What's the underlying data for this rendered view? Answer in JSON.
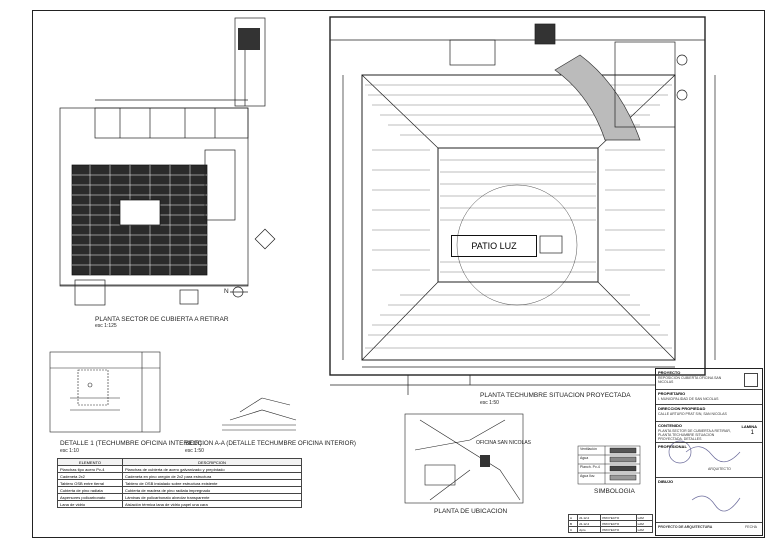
{
  "plan_labels": {
    "plant_sector": "PLANTA SECTOR DE CUBIERTA A RETIRAR",
    "plant_sector_scale": "esc 1:125",
    "patio_luz": "PATIO LUZ",
    "plant_roof": "PLANTA TECHUMBRE SITUACION PROYECTADA",
    "plant_roof_scale": "esc 1:50",
    "detail_1": "DETALLE 1 (TECHUMBRE OFICINA INTERIOR)",
    "detail_1_scale": "esc 1:10",
    "section_aa": "SECCION A-A (DETALLE TECHUMBRE OFICINA INTERIOR)",
    "section_aa_scale": "esc 1:50",
    "location_plan": "PLANTA DE UBICACION",
    "simbologia": "SIMBOLOGIA",
    "north": "N",
    "location_site": "OFICINA SAN NICOLAS"
  },
  "legend": {
    "headers": [
      "ELEMENTO",
      "DESCRIPCION"
    ],
    "rows": [
      [
        "Planchas tipo acero Pv-4",
        "Planchas de cubierta de acero galvanizado y prepintado"
      ],
      [
        "Cadeneta 2x2",
        "Cadeneta en pino oregón de 2x2 para estructura"
      ],
      [
        "Tablero OSB entre tierral",
        "Tablero de OSB instalado sobre estructura existente"
      ],
      [
        "Cubierta de pino radiata",
        "Cubierta de madera de pino radiata impregnado"
      ],
      [
        "Aspersores policarbonato",
        "Láminas de policarbonato alveolar transparente"
      ],
      [
        "Lana de vidrio",
        "Aislación térmica lana de vidrio papel una cara"
      ]
    ]
  },
  "title_block": {
    "project_head": "PROYECTO",
    "project": "REPOSICION CUBIERTA OFICINA SAN NICOLAS",
    "owner_head": "PROPIETARIO",
    "owner": "I. MUNICIPALIDAD DE SAN NICOLAS",
    "address_head": "DIRECCION PROPIEDAD",
    "address": "CALLE ARTURO PRAT S/N, SAN NICOLAS",
    "content_head": "CONTENIDO",
    "content": "PLANTA SECTOR DE CUBIERTA A RETIRAR, PLANTA TECHUMBRE SITUACION PROYECTADA, DETALLES",
    "sheet_head": "LAMINA",
    "sheet_no": "1",
    "profesional_head": "PROFESIONAL",
    "profesional": "ARQUITECTO",
    "drawing_head": "DIBUJO",
    "project_kind": "PROYECTO DE ARQUITECTURA",
    "date_label": "FECHA"
  },
  "simbologia": {
    "rows": [
      "Ventilación",
      "Agua",
      "Planch. Pv-4",
      "Agua lluv."
    ]
  },
  "revisions": {
    "rows": [
      [
        "A",
        "21.12.2",
        "PROYECTO",
        "LAM"
      ],
      [
        "B",
        "21.12.2",
        "PROYECTO",
        "LAM"
      ],
      [
        "C",
        "Apro",
        "PROYECTO",
        "LAM"
      ]
    ]
  }
}
